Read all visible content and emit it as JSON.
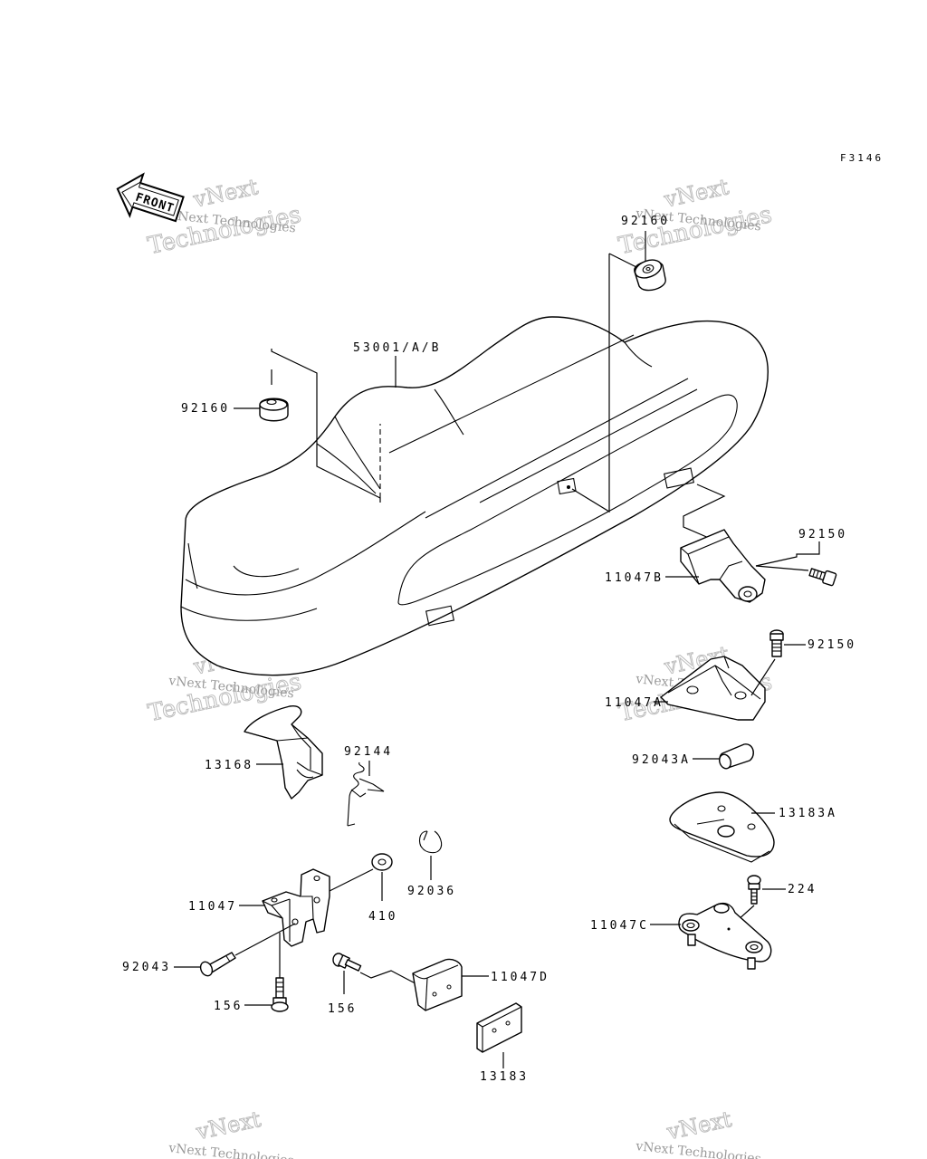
{
  "figure_code": "F3146",
  "front_arrow_text": "FRONT",
  "watermark": {
    "line1": "vNext",
    "line2": "Technologies",
    "small": "vNext Technologies"
  },
  "part_labels": {
    "seat": "53001/A/B",
    "damper_left": "92160",
    "damper_top": "92160",
    "bolt_upper": "92150",
    "bracket_b": "11047B",
    "bolt_lower": "92150",
    "bracket_a": "11047A",
    "collar_a": "92043A",
    "plate_a": "13183A",
    "screw_224": "224",
    "bracket_c": "11047C",
    "hook_13168": "13168",
    "spring": "92144",
    "clip": "92036",
    "washer": "410",
    "bracket_main": "11047",
    "pin": "92043",
    "bolt_156_left": "156",
    "bolt_156_right": "156",
    "bracket_d": "11047D",
    "plate_13183": "13183"
  }
}
